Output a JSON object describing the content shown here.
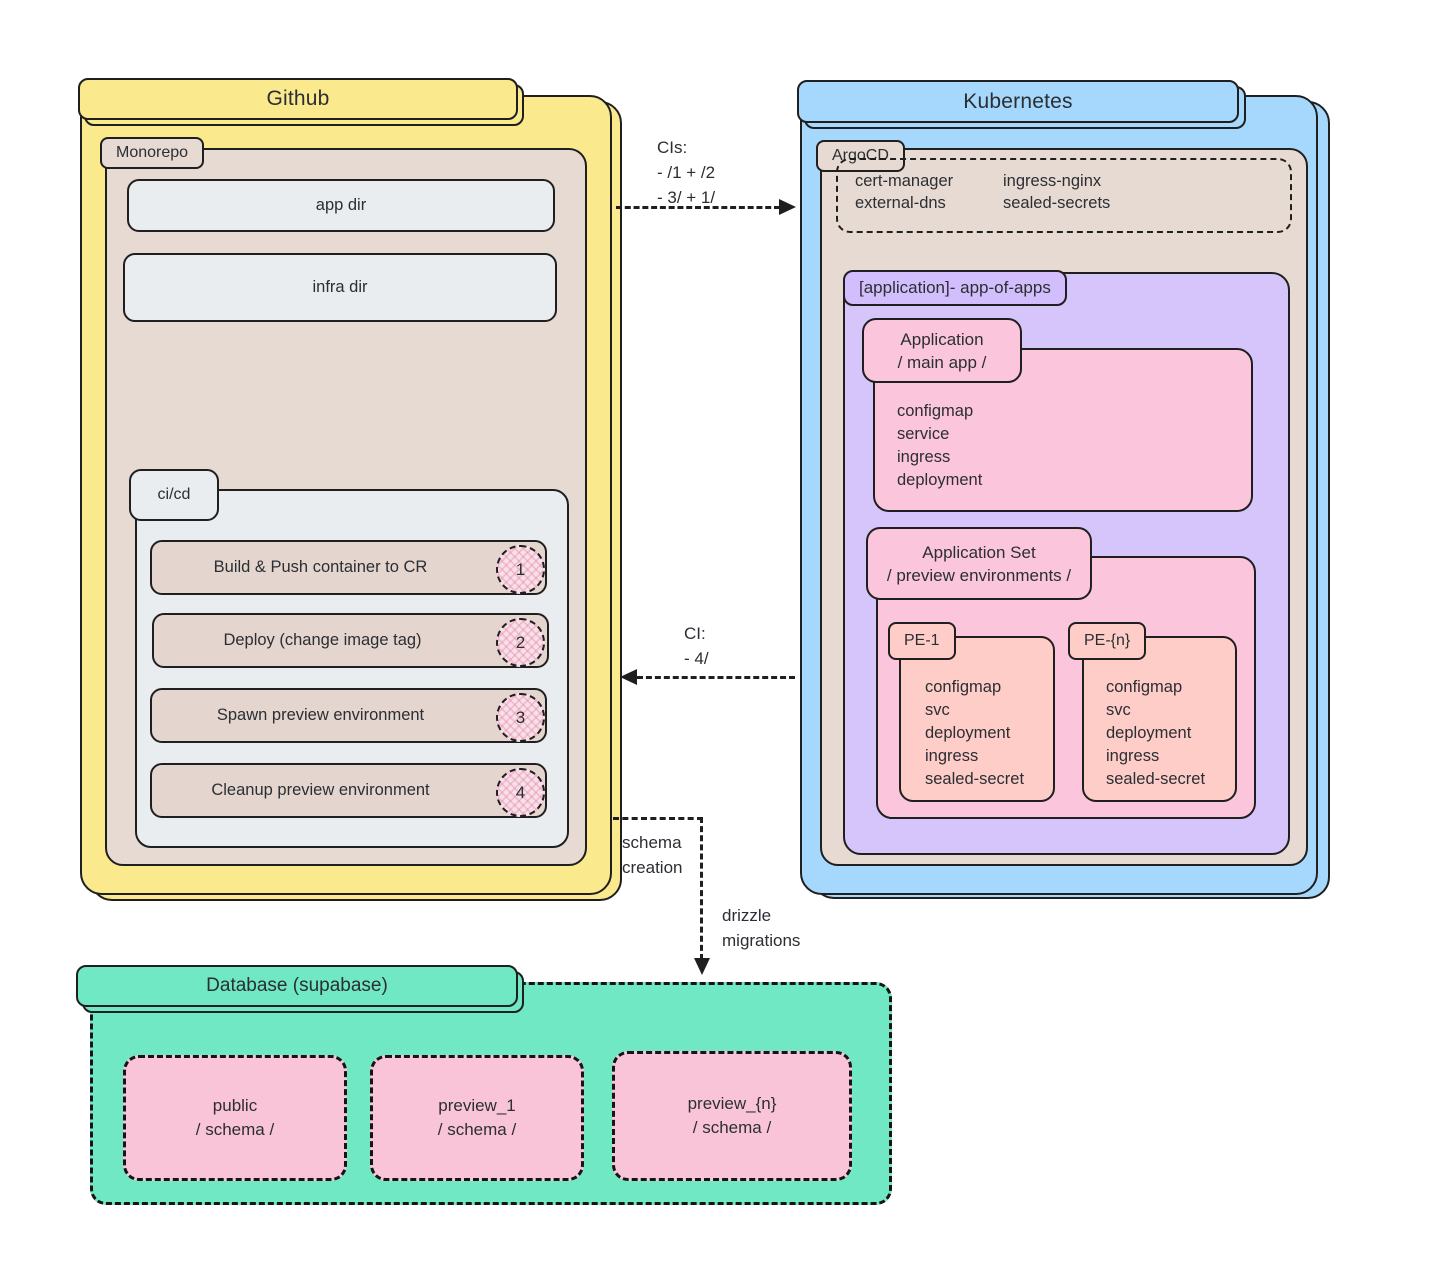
{
  "github": {
    "title": "Github",
    "monorepo_label": "Monorepo",
    "app_dir_label": "app dir",
    "infra_dir_label": "infra dir",
    "cicd_label": "ci/cd",
    "steps": [
      {
        "label": "Build & Push container to CR",
        "num": "1"
      },
      {
        "label": "Deploy (change image tag)",
        "num": "2"
      },
      {
        "label": "Spawn preview environment",
        "num": "3"
      },
      {
        "label": "Cleanup preview environment",
        "num": "4"
      }
    ]
  },
  "kubernetes": {
    "title": "Kubernetes",
    "argocd_label": "ArgoCD",
    "addons": [
      "cert-manager",
      "ingress-nginx",
      "external-dns",
      "sealed-secrets"
    ],
    "app_of_apps_label": "[application]- app-of-apps",
    "application": {
      "label": "Application\n/ main app /",
      "resources": [
        "configmap",
        "service",
        "ingress",
        "deployment"
      ]
    },
    "application_set": {
      "label": "Application Set\n/ preview environments /",
      "pe_1": {
        "label": "PE-1",
        "resources": [
          "configmap",
          "svc",
          "deployment",
          "ingress",
          "sealed-secret"
        ]
      },
      "pe_n": {
        "label": "PE-{n}",
        "resources": [
          "configmap",
          "svc",
          "deployment",
          "ingress",
          "sealed-secret"
        ]
      }
    }
  },
  "database": {
    "title": "Database (supabase)",
    "schemas": [
      {
        "name": "public",
        "type": "/ schema /"
      },
      {
        "name": "preview_1",
        "type": "/ schema /"
      },
      {
        "name": "preview_{n}",
        "type": "/ schema /"
      }
    ]
  },
  "flows": {
    "github_to_k8s": "CIs:\n- /1 + /2\n- 3/ + 1/",
    "k8s_to_github": "CI:\n- 4/",
    "schema_creation": "schema creation",
    "drizzle_migrations": "drizzle migrations"
  },
  "colors": {
    "github_yellow": "#fbe98e",
    "repo_tan": "#e7dad2",
    "step_tan": "#e4d6cf",
    "panel_gray": "#e9edf0",
    "kubernetes_blue": "#a5d8fc",
    "app_of_apps_purple": "#d6c5fb",
    "application_pink": "#fbc6db",
    "preview_salmon": "#fecdc8",
    "database_green": "#70e8c3",
    "schema_pink": "#fac4d8",
    "ink": "#1f1f1f"
  }
}
